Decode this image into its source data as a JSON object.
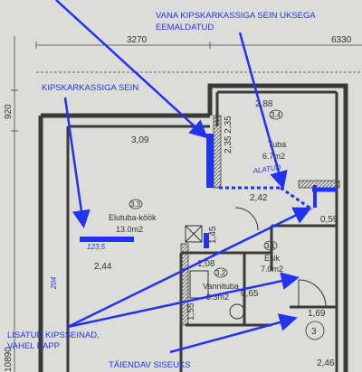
{
  "dimensions": {
    "top_width": "3270",
    "right_top": "6330",
    "left_top": "920",
    "left_bottom": "10890",
    "living_top": "3,09",
    "living_left": "2,44",
    "tuba_top": "2,88",
    "tuba_vertical": "2,35 2,35",
    "tuba_bottom": "2,42",
    "esik_right": "0,59",
    "mid_vertical": "1,45",
    "bath_top": "1,08",
    "bath_left": "1,55",
    "bath_right": "0,65",
    "hall_bottom": "1,69",
    "hall_lower": "2,46"
  },
  "rooms": [
    {
      "number": "3.3",
      "name": "Elutuba-köök",
      "area": "13.0m2"
    },
    {
      "number": "3.4",
      "name": "Tuba",
      "area": "6.7m2"
    },
    {
      "number": "3.1",
      "name": "Esik",
      "area": "7.0m2"
    },
    {
      "number": "3.2",
      "name": "Vannituba",
      "area": "3.3m2"
    }
  ],
  "circle_marker": "3",
  "annotations": {
    "old_wall_line1": "VANA KIPSKARKASSIGA SEIN UKSEGA",
    "old_wall_line2": "EEMALDATUD",
    "drywall_wall": "KIPSKARKASSIGA SEIN",
    "added_walls_line1": "LISATUD KIPSSEINAD,",
    "added_walls_line2": "VAHEL KAPP",
    "extra_door": "TÄIENDAV SISEUKS"
  },
  "handwritten": {
    "living_measure": "123,5",
    "tuba_measure": "ALATUD",
    "left_measure": "204"
  },
  "colors": {
    "annotation": "#2233ee",
    "wall": "#3a3a3a",
    "paper": "#dcdcd8"
  }
}
